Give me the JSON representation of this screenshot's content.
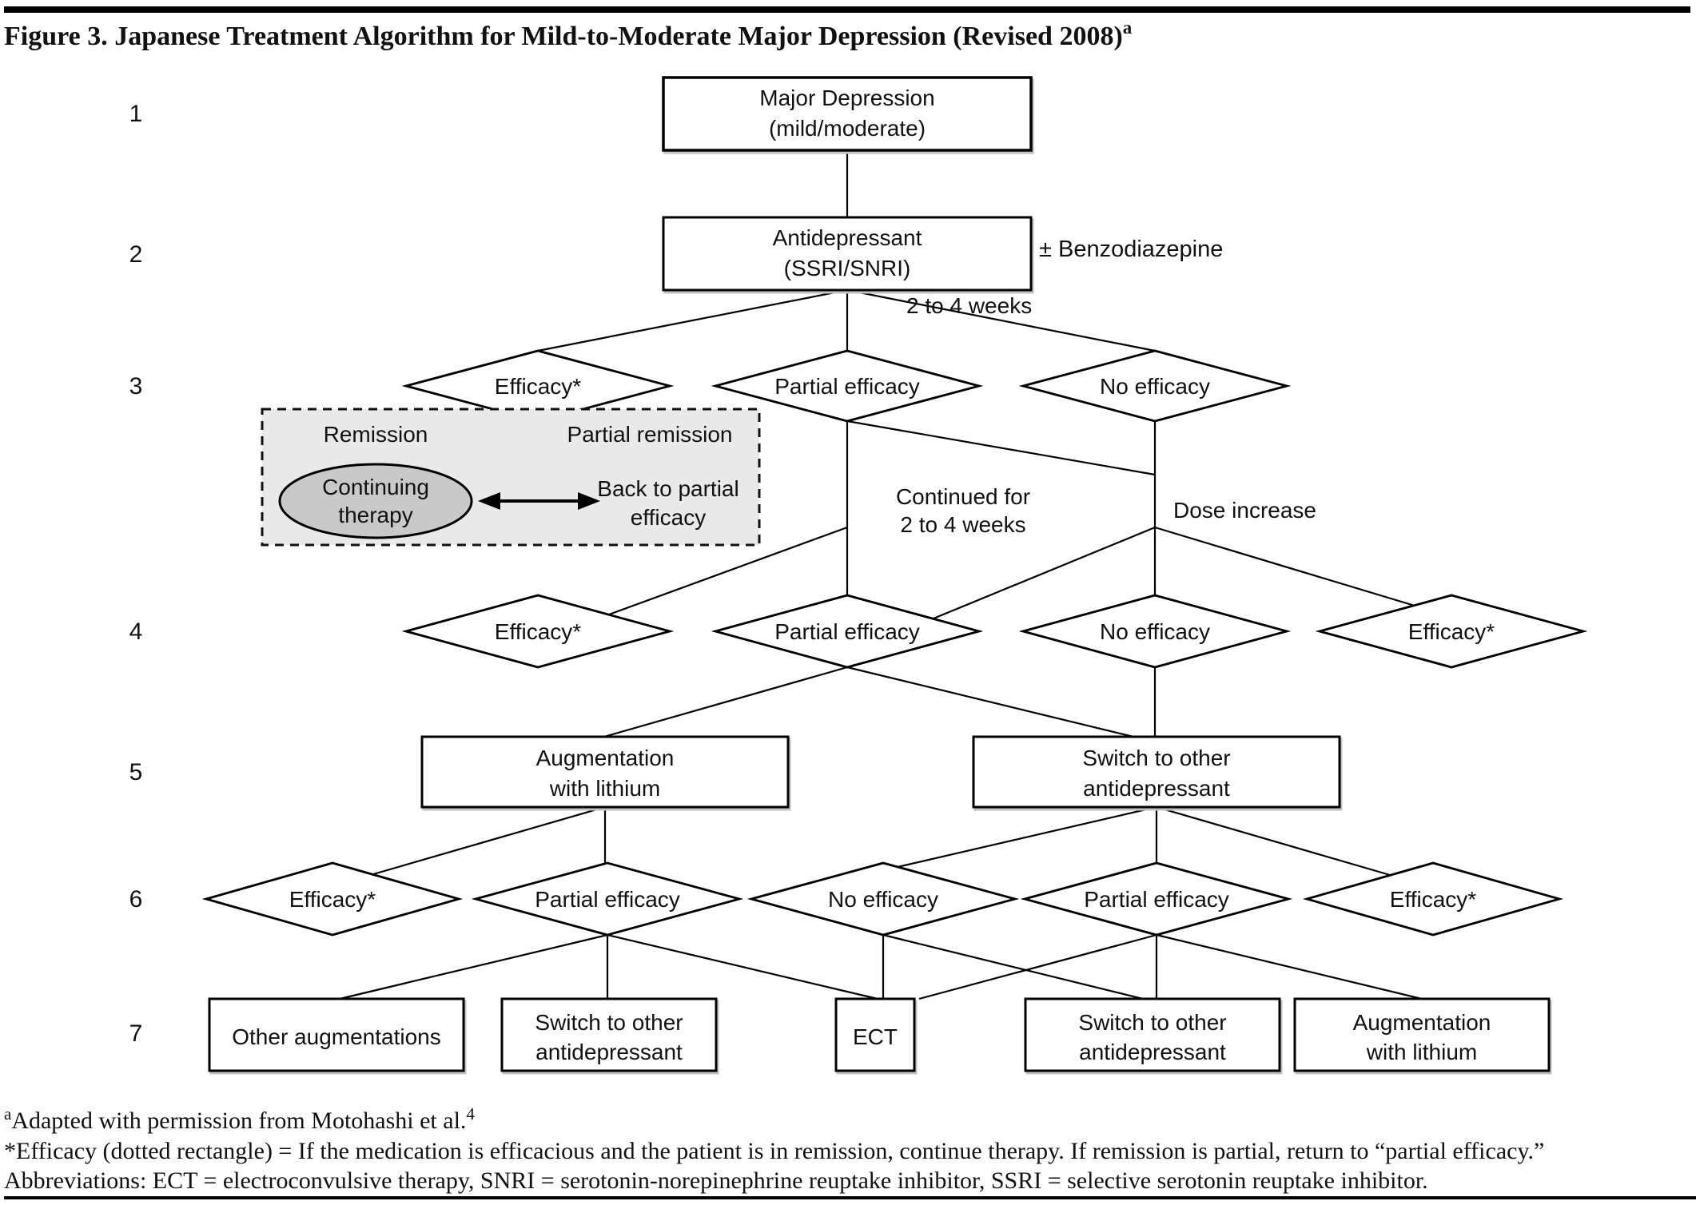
{
  "title": "Figure 3. Japanese Treatment Algorithm for Mild-to-Moderate Major Depression (Revised 2008)",
  "title_sup": "a",
  "row_labels": [
    "1",
    "2",
    "3",
    "4",
    "5",
    "6",
    "7"
  ],
  "boxes": {
    "major_depression": {
      "l1": "Major Depression",
      "l2": "(mild/moderate)"
    },
    "antidepressant": {
      "l1": "Antidepressant",
      "l2": "(SSRI/SNRI)"
    }
  },
  "labels": {
    "benzodiazepine": "± Benzodiazepine",
    "weeks": "2 to 4 weeks",
    "continued1": "Continued for",
    "continued2": "2 to 4 weeks",
    "dose": "Dose increase"
  },
  "diamonds": {
    "row3": [
      "Efficacy*",
      "Partial efficacy",
      "No efficacy"
    ],
    "row4": [
      "Efficacy*",
      "Partial efficacy",
      "No efficacy",
      "Efficacy*"
    ],
    "row6": [
      "Efficacy*",
      "Partial efficacy",
      "No efficacy",
      "Partial efficacy",
      "Efficacy*"
    ]
  },
  "remission_box": {
    "left_header": "Remission",
    "right_header": "Partial remission",
    "ellipse_l1": "Continuing",
    "ellipse_l2": "therapy",
    "back_l1": "Back to partial",
    "back_l2": "efficacy"
  },
  "row5": {
    "left": {
      "l1": "Augmentation",
      "l2": "with lithium"
    },
    "right": {
      "l1": "Switch to other",
      "l2": "antidepressant"
    }
  },
  "row7": {
    "b1": "Other augmentations",
    "b2": {
      "l1": "Switch to other",
      "l2": "antidepressant"
    },
    "b3": "ECT",
    "b4": {
      "l1": "Switch to other",
      "l2": "antidepressant"
    },
    "b5": {
      "l1": "Augmentation",
      "l2": "with lithium"
    }
  },
  "footnotes": {
    "f1_sup": "a",
    "f1": "Adapted with permission from Motohashi et al.",
    "f1_sup2": "4",
    "f2": "*Efficacy (dotted rectangle) = If the medication is efficacious and the patient is in remission, continue therapy. If remission is partial, return to “partial efficacy.”",
    "f3": "Abbreviations: ECT = electroconvulsive therapy, SNRI = serotonin-norepinephrine reuptake inhibitor, SSRI = selective serotonin reuptake inhibitor."
  },
  "colors": {
    "box_gray": "#c9c9c9",
    "panel_gray": "#e9e9e9",
    "ellipse_gray": "#c9c9c9",
    "line_black": "#000000",
    "bar_black": "#000000"
  }
}
